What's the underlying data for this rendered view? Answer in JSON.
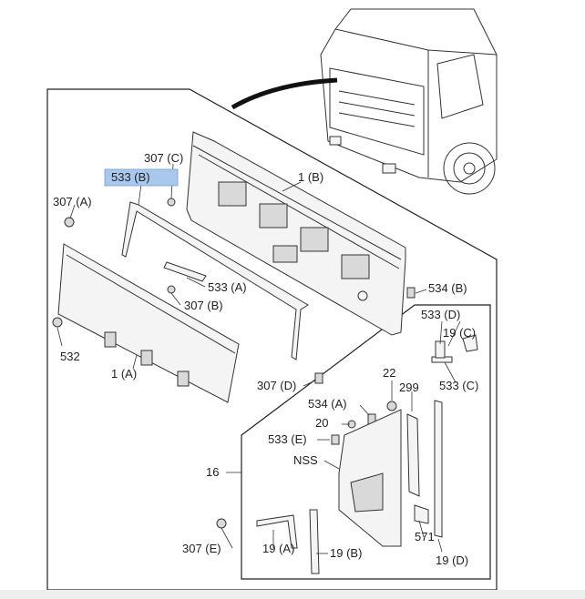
{
  "diagram": {
    "highlight_color": "#a9c8ec",
    "labels": {
      "p307c": "307 (C)",
      "p533b": "533 (B)",
      "p1b": "1 (B)",
      "p307a": "307 (A)",
      "p533a": "533 (A)",
      "p307b": "307 (B)",
      "p534b": "534 (B)",
      "p533d": "533 (D)",
      "p19c": "19 (C)",
      "p532": "532",
      "p1a": "1 (A)",
      "p307d": "307 (D)",
      "p22": "22",
      "p299": "299",
      "p533c": "533 (C)",
      "p534a": "534 (A)",
      "p20": "20",
      "p533e": "533 (E)",
      "p16": "16",
      "pnss": "NSS",
      "p307e": "307 (E)",
      "p19a": "19 (A)",
      "p19b": "19 (B)",
      "p571": "571",
      "p19d": "19 (D)"
    }
  }
}
